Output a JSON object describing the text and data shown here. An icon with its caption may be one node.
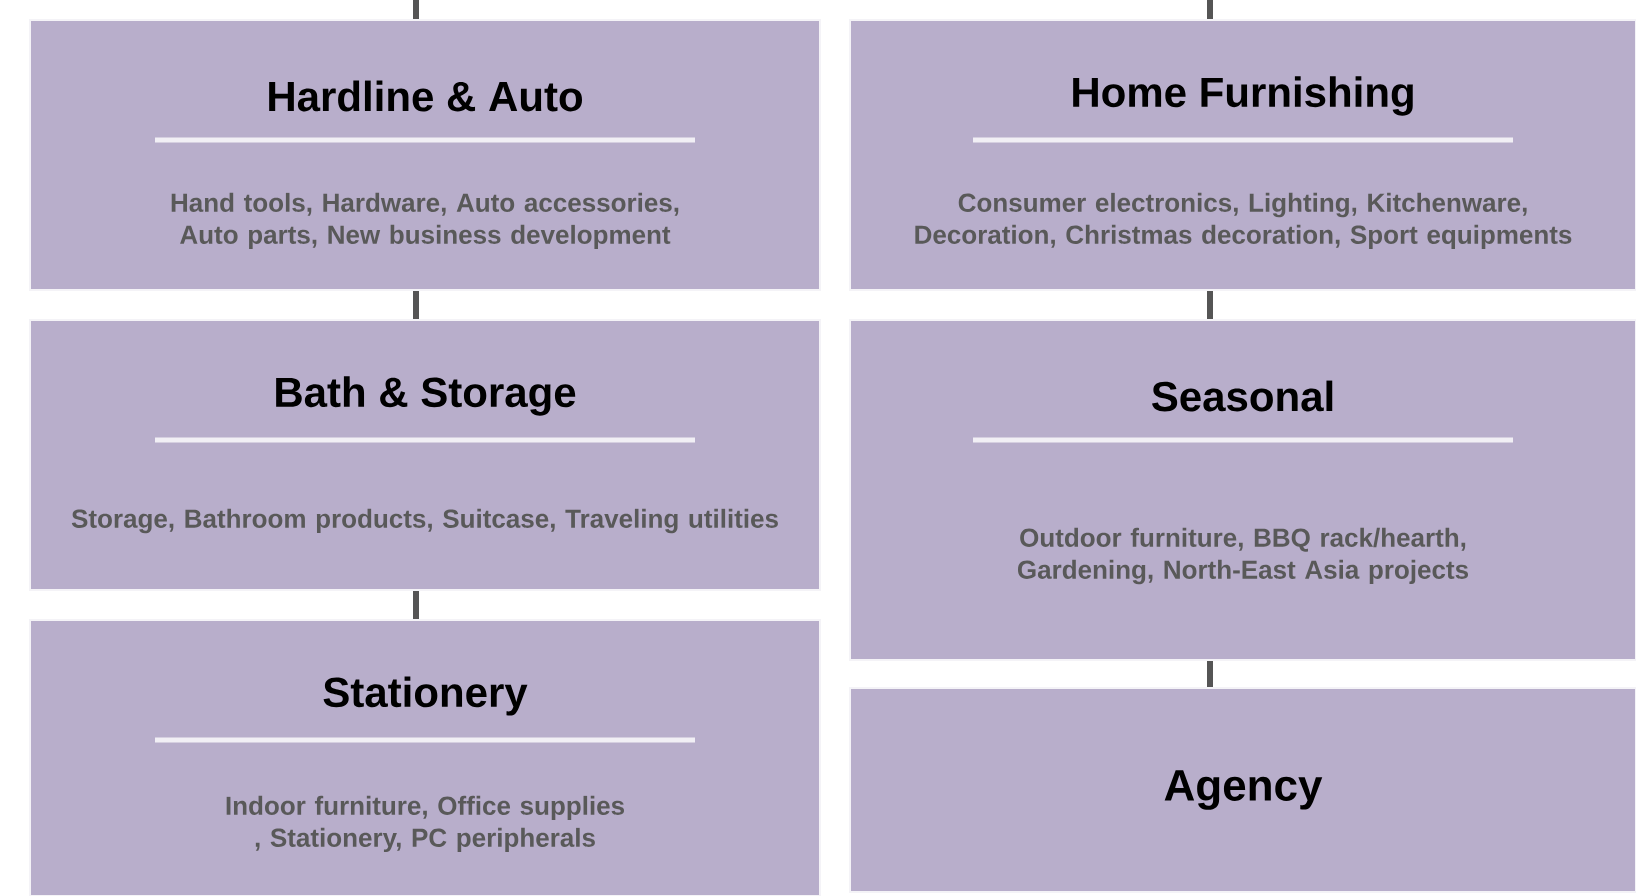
{
  "diagram": {
    "nodes": [
      {
        "text": [
          "Hardline & Auto",
          "Hand tools, Hardware, Auto accessories, Auto parts, New business development"
        ]
      },
      {
        "text": [
          "Bath & Storage",
          "Storage, Bathroom products, Suitcase, Traveling utilities"
        ]
      },
      {
        "text": [
          "Stationery",
          "Indoor furniture, Office supplies , Stationery, PC peripherals"
        ]
      },
      {
        "text": [
          "Home Furnishing",
          "Consumer electronics, Lighting, Kitchenware, Decoration, Christmas decoration, Sport equipments"
        ]
      },
      {
        "text": [
          "Seasonal",
          "Outdoor furniture, BBQ rack/hearth, Gardening, North-East Asia projects"
        ]
      },
      {
        "text": [
          "Agency"
        ]
      }
    ],
    "edges": [
      {
        "from": null,
        "to": 0,
        "arrow": "none"
      },
      {
        "from": 0,
        "to": 1,
        "arrow": "none"
      },
      {
        "from": 1,
        "to": 2,
        "arrow": "none"
      },
      {
        "from": null,
        "to": 3,
        "arrow": "none"
      },
      {
        "from": 3,
        "to": 4,
        "arrow": "none"
      },
      {
        "from": 4,
        "to": 5,
        "arrow": "none"
      }
    ]
  }
}
